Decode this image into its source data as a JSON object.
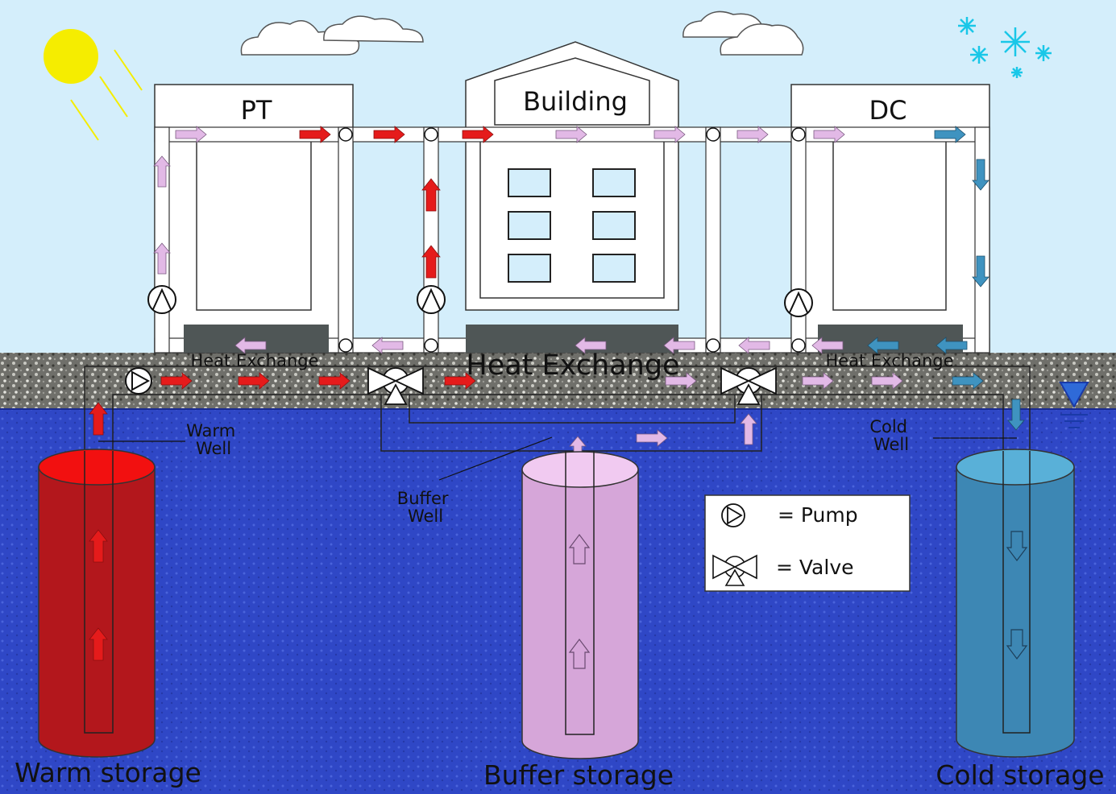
{
  "labels": {
    "pt": "PT",
    "building": "Building",
    "dc": "DC",
    "heat_exchange_left": "Heat Exchange",
    "heat_exchange_center": "Heat Exchange",
    "heat_exchange_right": "Heat Exchange",
    "warm_well_line1": "Warm",
    "warm_well_line2": "Well",
    "buffer_well_line1": "Buffer",
    "buffer_well_line2": "Well",
    "cold_well_line1": "Cold",
    "cold_well_line2": "Well",
    "warm_storage": "Warm storage",
    "buffer_storage": "Buffer storage",
    "cold_storage": "Cold storage"
  },
  "legend": {
    "pump_label": "= Pump",
    "valve_label": "= Valve"
  },
  "colors": {
    "sky": "#d4eefb",
    "ground": "#7a7a76",
    "water": "#2f47c6",
    "warm": "#e51b1b",
    "warm_dark": "#b3171c",
    "buffer": "#e2b9e6",
    "cold": "#3f93c0",
    "sun": "#f5ed00",
    "snow": "#19c7e8"
  },
  "icons": [
    "sun-icon",
    "cloud-icon",
    "snowflake-icon",
    "pump-icon",
    "valve-icon",
    "water-level-icon"
  ]
}
